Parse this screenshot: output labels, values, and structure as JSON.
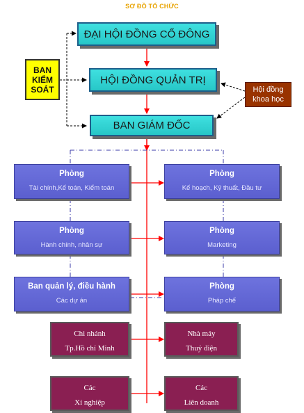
{
  "title": "SƠ ĐỒ TỔ CHỨC",
  "nodes": {
    "dhdcd": "ĐẠI HỘI ĐỒNG CỔ ĐÔNG",
    "hdqt": "HỘI ĐỒNG QUẢN TRỊ",
    "bgd": "BAN GIÁM ĐỐC",
    "bks": {
      "l1": "BAN",
      "l2": "KIỂM",
      "l3": "SOÁT"
    },
    "hdkh": {
      "l1": "Hội đồng",
      "l2": "khoa học"
    },
    "p_taichinh": {
      "head": "Phòng",
      "sub": "Tài chính,Kế toán, Kiểm toán"
    },
    "p_kehoach": {
      "head": "Phòng",
      "sub": "Kế hoạch, Kỹ thuất, Đầu tư"
    },
    "p_hanhchinh": {
      "head": "Phòng",
      "sub": "Hành chính, nhân sự"
    },
    "p_marketing": {
      "head": "Phòng",
      "sub": "Marketing"
    },
    "p_banql": {
      "head": "Ban quản lý, điều hành",
      "sub": "Các dự án"
    },
    "p_phapche": {
      "head": "Phòng",
      "sub": "Pháp chế"
    },
    "cn_hcm": {
      "l1": "Chi nhánh",
      "l2": "Tp.Hồ chí Minh"
    },
    "nm_thuydien": {
      "l1": "Nhà máy",
      "l2": "Thuỷ điện"
    },
    "xi_nghiep": {
      "l1": "Các",
      "l2": "Xí nghiệp"
    },
    "lien_doanh": {
      "l1": "Các",
      "l2": "Liên doanh"
    }
  },
  "colors": {
    "teal": "#33d6d6",
    "blue": "#6367d6",
    "maroon": "#8a1f52",
    "yellow": "#ffff00",
    "brown": "#993300",
    "red_line": "#ff0000",
    "title": "#e8a300"
  }
}
